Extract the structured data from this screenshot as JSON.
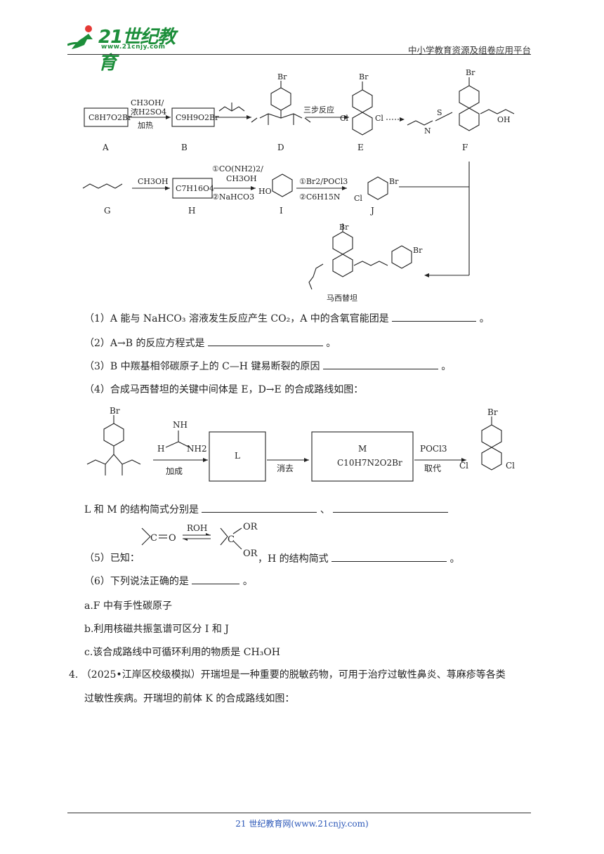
{
  "header": {
    "logo_text": "21世纪教育",
    "logo_sub": "www.21cnjy.com",
    "platform": "中小学教育资源及组卷应用平台"
  },
  "scheme1": {
    "A_formula": "C8H7O2Br",
    "A_label": "A",
    "reagent1_line1": "CH3OH/",
    "reagent1_line2": "浓H2SO4",
    "reagent1_line3": "加热",
    "B_formula": "C9H9O2Br",
    "B_label": "B",
    "D_label": "D",
    "three_steps": "三步反应",
    "E_label": "E",
    "F_label": "F",
    "G_label": "G",
    "reagent_GH": "CH3OH",
    "H_formula": "C7H16O4",
    "H_label": "H",
    "reagent_HI_1": "①CO(NH2)2/",
    "reagent_HI_2": "CH3OH",
    "reagent_HI_3": "②NaHCO3",
    "I_label": "I",
    "reagent_IJ_1": "①Br2/POCl3",
    "reagent_IJ_2": "②C6H15N",
    "J_label": "J",
    "product_label": "马西替坦"
  },
  "questions": {
    "q1": "（1）A 能与 NaHCO₃ 溶液发生反应产生 CO₂，A 中的含氧官能团是",
    "q2": "（2）A→B 的反应方程式是",
    "q3": "（3）B 中羰基相邻碳原子上的 C—H 键易断裂的原因",
    "q4": "（4）合成马西替坦的关键中间体是 E，D→E 的合成路线如图：",
    "q4_LM": "L 和 M 的结构简式分别是",
    "q4_sep": "、",
    "q5_prefix": "（5）已知：",
    "q5_suffix": "，H 的结构简式",
    "q6": "（6）下列说法正确的是",
    "period": "。",
    "opt_a": "a.F 中有手性碳原子",
    "opt_b": "b.利用核磁共振氢谱可区分 I 和 J",
    "opt_c": "c.该合成路线中可循环利用的物质是 CH₃OH"
  },
  "scheme2": {
    "reagent_top1": "NH",
    "reagent_H": "H",
    "reagent_NH2": "NH2",
    "step1": "加成",
    "box_L": "L",
    "step2": "消去",
    "box_M": "M",
    "box_M_formula": "C10H7N2O2Br",
    "reagent3": "POCl3",
    "step3": "取代"
  },
  "equilibrium": {
    "reagent": "ROH",
    "OR": "OR"
  },
  "problem4": {
    "line1": "4.  （2025•江岸区校级模拟）开瑞坦是一种重要的脱敏药物，可用于治疗过敏性鼻炎、荨麻疹等各类",
    "line2": "过敏性疾病。开瑞坦的前体 K 的合成路线如图："
  },
  "footer": {
    "text": "21 世纪教育网(www.21cnjy.com)"
  }
}
